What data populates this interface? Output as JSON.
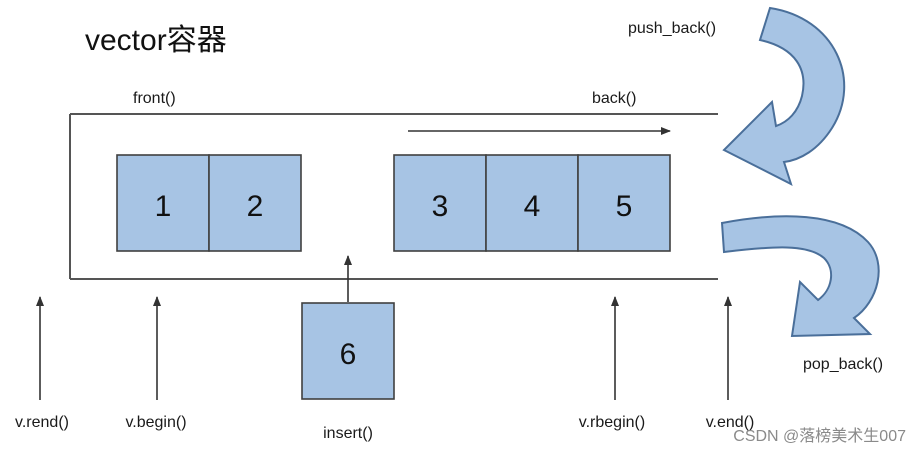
{
  "title": "vector容器",
  "functions": {
    "front": "front()",
    "back": "back()",
    "push_back": "push_back()",
    "pop_back": "pop_back()",
    "rend": "v.rend()",
    "begin": "v.begin()",
    "insert": "insert()",
    "rbegin": "v.rbegin()",
    "end": "v.end()"
  },
  "elements": {
    "left_group": [
      "1",
      "2"
    ],
    "right_group": [
      "3",
      "4",
      "5"
    ],
    "inserted": "6"
  },
  "watermark": "CSDN @落榜美术生007",
  "colors": {
    "cell_fill": "#a7c4e4",
    "cell_border": "#404040",
    "arrow_fill": "#a7c4e4",
    "arrow_stroke": "#4a6f9a"
  }
}
